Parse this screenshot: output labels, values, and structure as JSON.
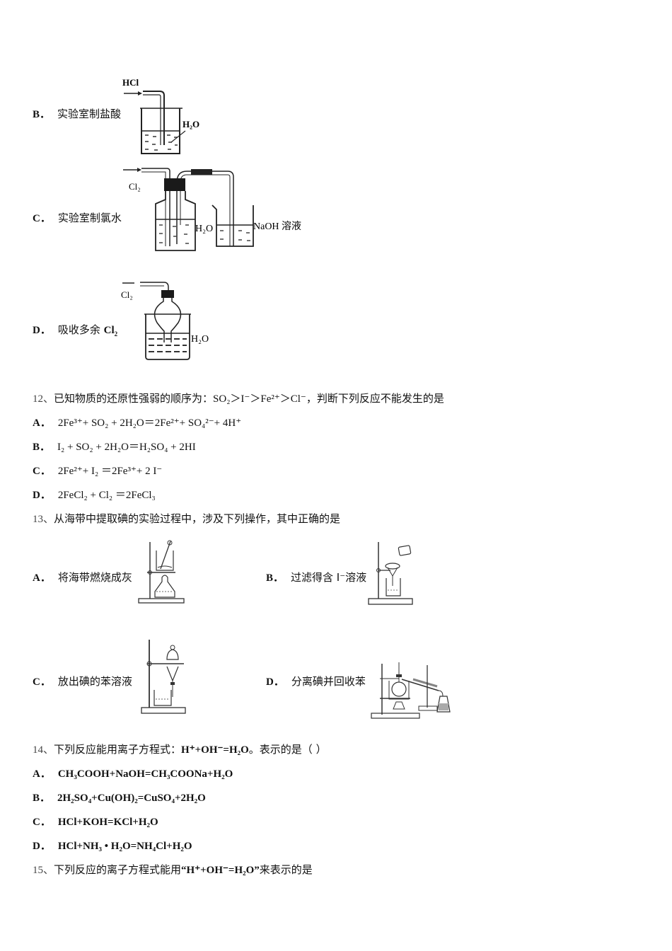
{
  "q11_options": [
    {
      "letter": "B．",
      "text": "实验室制盐酸",
      "diagram": {
        "gas": "HCl",
        "liquid": "H₂O"
      }
    },
    {
      "letter": "C．",
      "text": "实验室制氯水",
      "diagram": {
        "gas": "Cl₂",
        "liquid1": "H₂O",
        "liquid2": "NaOH 溶液"
      }
    },
    {
      "letter": "D．",
      "text": "吸收多余 ",
      "formula_main": "Cl",
      "formula_sub": "2",
      "diagram": {
        "gas": "Cl₂",
        "liquid": "H₂O"
      }
    }
  ],
  "q12": {
    "number": "12、",
    "stem_pre": "已知物质的还原性强弱的顺序为：",
    "stem_formula": "SO₂＞I⁻＞Fe²⁺＞Cl⁻",
    "stem_post": "，判断下列反应不能发生的是",
    "options": [
      {
        "letter": "A．",
        "equation": "2Fe³⁺+ SO₂ + 2H₂O＝2Fe²⁺+ SO₄²⁻+ 4H⁺"
      },
      {
        "letter": "B．",
        "equation": "I₂ + SO₂ + 2H₂O＝H₂SO₄ + 2HI"
      },
      {
        "letter": "C．",
        "equation": "2Fe²⁺+ I₂ ＝2Fe³⁺+ 2 I⁻"
      },
      {
        "letter": "D．",
        "equation": "2FeCl₂ + Cl₂ ＝2FeCl₃"
      }
    ]
  },
  "q13": {
    "number": "13、",
    "stem": "从海带中提取碘的实验过程中，涉及下列操作，其中正确的是",
    "options": [
      {
        "letter": "A．",
        "text": "将海带燃烧成灰"
      },
      {
        "letter": "B．",
        "text": "过滤得含 I⁻溶液"
      },
      {
        "letter": "C．",
        "text": "放出碘的苯溶液"
      },
      {
        "letter": "D．",
        "text": "分离碘并回收苯"
      }
    ]
  },
  "q14": {
    "number": "14、",
    "stem_pre": "下列反应能用离子方程式：",
    "stem_formula": "H⁺+OH⁻=H₂O",
    "stem_post": "。表示的是（    ）",
    "options": [
      {
        "letter": "A．",
        "equation": "CH₃COOH+NaOH=CH₃COONa+H₂O"
      },
      {
        "letter": "B．",
        "equation": "2H₂SO₄+Cu(OH)₂=CuSO₄+2H₂O"
      },
      {
        "letter": "C．",
        "equation": "HCl+KOH=KCl+H₂O"
      },
      {
        "letter": "D．",
        "equation": "HCl+NH₃ • H₂O=NH₄Cl+H₂O"
      }
    ]
  },
  "q15": {
    "number": "15、",
    "stem_pre": "下列反应的离子方程式能用",
    "stem_formula": "“H⁺+OH⁻=H₂O”",
    "stem_post": "来表示的是"
  }
}
